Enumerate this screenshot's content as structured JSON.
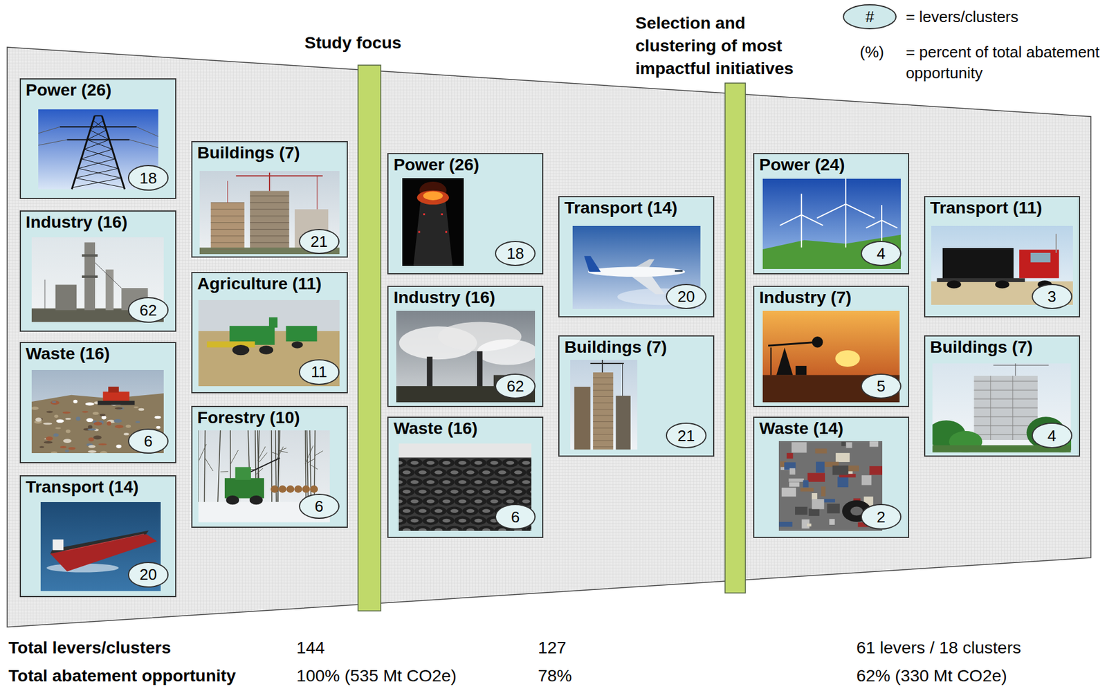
{
  "diagram": {
    "nodes": [
      {
        "text": [
          "Power (26)"
        ]
      },
      {
        "text": [
          "18"
        ],
        "in": 0
      },
      {
        "text": [
          "Industry (16)"
        ]
      },
      {
        "text": [
          "62"
        ],
        "in": 2
      },
      {
        "text": [
          "Waste (16)"
        ]
      },
      {
        "text": [
          "6"
        ],
        "in": 4
      },
      {
        "text": [
          "Transport (14)"
        ]
      },
      {
        "text": [
          "20"
        ],
        "in": 6
      },
      {
        "text": [
          "Buildings (7)"
        ]
      },
      {
        "text": [
          "21"
        ],
        "in": 8
      },
      {
        "text": [
          "Agriculture (11)"
        ]
      },
      {
        "text": [
          "11"
        ],
        "in": 10
      },
      {
        "text": [
          "Forestry (10)"
        ]
      },
      {
        "text": [
          "6"
        ],
        "in": 12
      },
      {
        "text": [
          "Power (26)"
        ]
      },
      {
        "text": [
          "18"
        ],
        "in": 14
      },
      {
        "text": [
          "Industry (16)"
        ]
      },
      {
        "text": [
          "62"
        ],
        "in": 16
      },
      {
        "text": [
          "Waste (16)"
        ]
      },
      {
        "text": [
          "6"
        ],
        "in": 18
      },
      {
        "text": [
          "Transport (14)"
        ]
      },
      {
        "text": [
          "20"
        ],
        "in": 20
      },
      {
        "text": [
          "Buildings (7)"
        ]
      },
      {
        "text": [
          "21"
        ],
        "in": 22
      },
      {
        "text": [
          "Power (24)"
        ]
      },
      {
        "text": [
          "4"
        ],
        "in": 24
      },
      {
        "text": [
          "Industry (7)"
        ]
      },
      {
        "text": [
          "5"
        ],
        "in": 26
      },
      {
        "text": [
          "Waste (14)"
        ]
      },
      {
        "text": [
          "2"
        ],
        "in": 28
      },
      {
        "text": [
          "Transport (11)"
        ]
      },
      {
        "text": [
          "3"
        ],
        "in": 30
      },
      {
        "text": [
          "Buildings (7)"
        ]
      },
      {
        "text": [
          "4"
        ],
        "in": 32
      }
    ],
    "labels": [
      "Study focus",
      "Selection and clustering of most impactful initiatives",
      "#",
      "(%)",
      "Total levers/clusters",
      "144",
      "127",
      "61 levers / 18 clusters",
      "Total abatement opportunity",
      "100% (535 Mt CO2e)",
      "78%",
      "62% (330 Mt CO2e)"
    ],
    "legend": [
      {
        "text": "= levers/clusters"
      },
      {
        "text": "= percent of total abatement opportunity"
      }
    ]
  }
}
